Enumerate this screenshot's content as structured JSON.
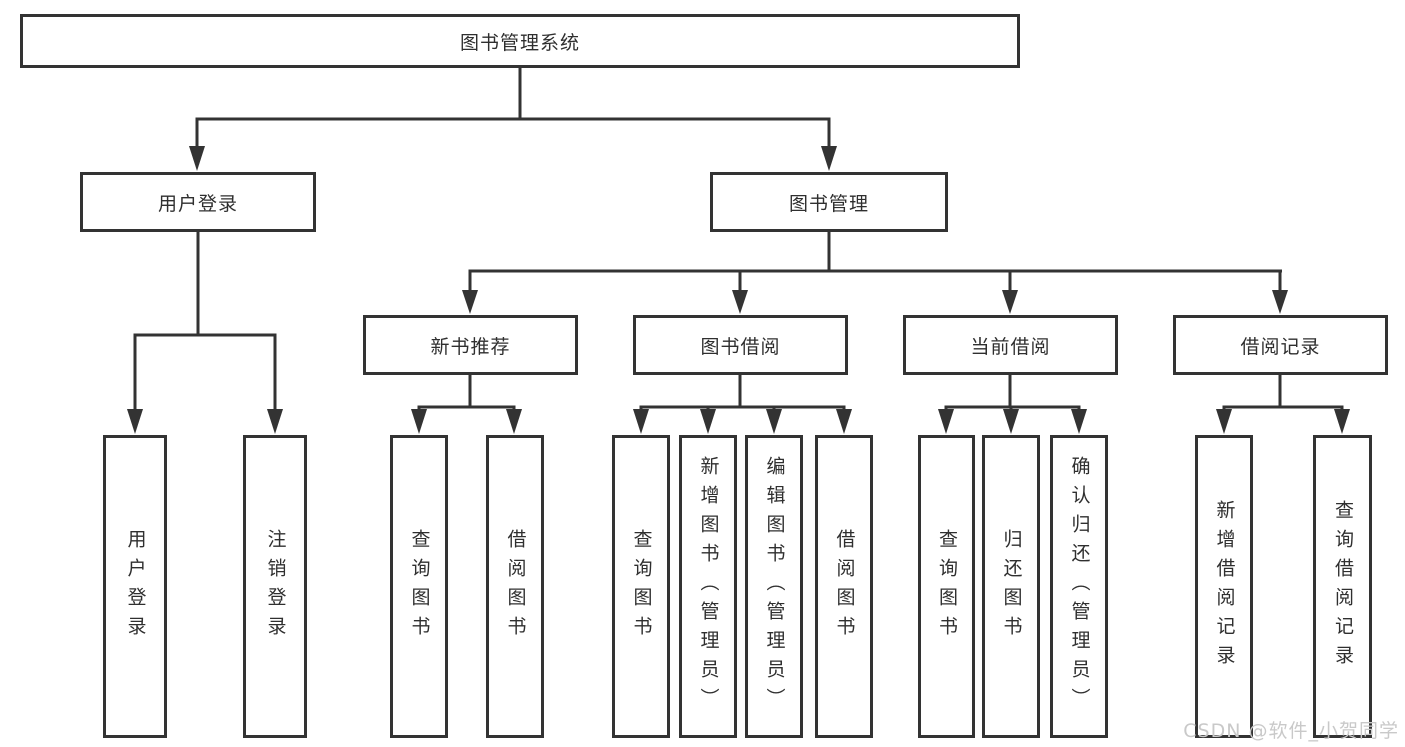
{
  "colors": {
    "line": "#333333",
    "text": "#2f2f2f",
    "node_bg": "#ffffff",
    "background": "#ffffff",
    "watermark": "#c9c9c9"
  },
  "tree": {
    "root": {
      "label": "图书管理系统"
    },
    "branches": [
      {
        "label": "用户登录",
        "children": [
          {
            "label": "用户登录"
          },
          {
            "label": "注销登录"
          }
        ]
      },
      {
        "label": "图书管理",
        "children": [
          {
            "label": "新书推荐",
            "children": [
              {
                "label": "查询图书"
              },
              {
                "label": "借阅图书"
              }
            ]
          },
          {
            "label": "图书借阅",
            "children": [
              {
                "label": "查询图书"
              },
              {
                "label": "新增图书（管理员）"
              },
              {
                "label": "编辑图书（管理员）"
              },
              {
                "label": "借阅图书"
              }
            ]
          },
          {
            "label": "当前借阅",
            "children": [
              {
                "label": "查询图书"
              },
              {
                "label": "归还图书"
              },
              {
                "label": "确认归还（管理员）"
              }
            ]
          },
          {
            "label": "借阅记录",
            "children": [
              {
                "label": "新增借阅记录"
              },
              {
                "label": "查询借阅记录"
              }
            ]
          }
        ]
      }
    ]
  },
  "watermark": {
    "text": "CSDN @软件_小贺同学"
  }
}
